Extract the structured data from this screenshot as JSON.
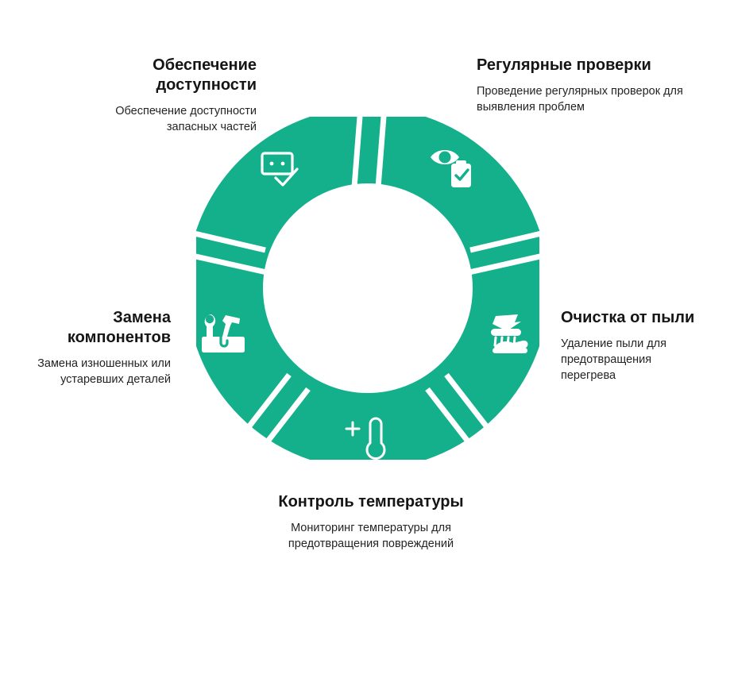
{
  "theme": {
    "accent_color": "#14B08C",
    "title_color": "#151515",
    "desc_color": "#242424",
    "background_color": "#FFFFFF"
  },
  "diagram": {
    "type": "cycle-donut",
    "segment_count": 5,
    "segments": [
      {
        "id": "availability",
        "icon": "chat-check-icon",
        "title": "Обеспечение доступности",
        "description": "Обеспечение доступности запасных частей"
      },
      {
        "id": "inspections",
        "icon": "eye-clipboard-icon",
        "title": "Регулярные проверки",
        "description": "Проведение регулярных проверок для выявления проблем"
      },
      {
        "id": "dust",
        "icon": "brush-dust-icon",
        "title": "Очистка от пыли",
        "description": "Удаление пыли для предотвращения перегрева"
      },
      {
        "id": "temperature",
        "icon": "thermometer-icon",
        "title": "Контроль температуры",
        "description": "Мониторинг температуры для предотвращения повреждений"
      },
      {
        "id": "components",
        "icon": "toolbox-icon",
        "title": "Замена компонентов",
        "description": "Замена изношенных или устаревших деталей"
      }
    ]
  }
}
